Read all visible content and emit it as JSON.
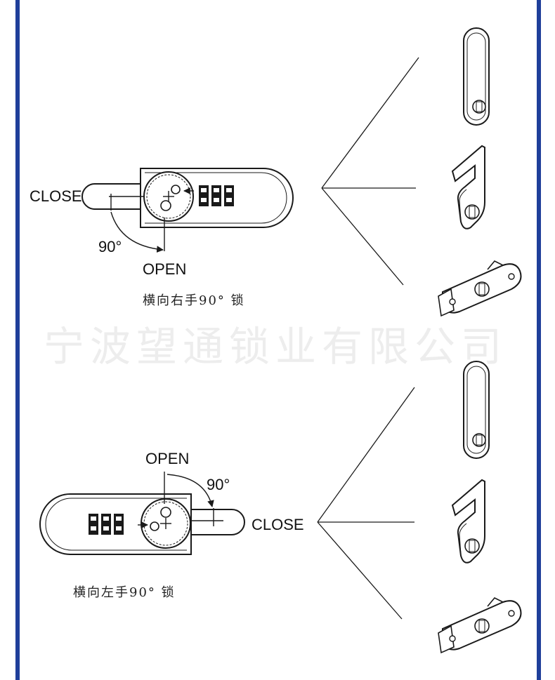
{
  "watermark": "宁波望通锁业有限公司",
  "top_diagram": {
    "close_label": "CLOSE",
    "open_label": "OPEN",
    "angle_label": "90°",
    "caption": "横向右手90° 锁"
  },
  "bottom_diagram": {
    "close_label": "CLOSE",
    "open_label": "OPEN",
    "angle_label": "90°",
    "caption": "横向左手90° 锁"
  },
  "colors": {
    "frame": "#1f3f9a",
    "line": "#1a1a1a",
    "watermark": "#ededed"
  }
}
